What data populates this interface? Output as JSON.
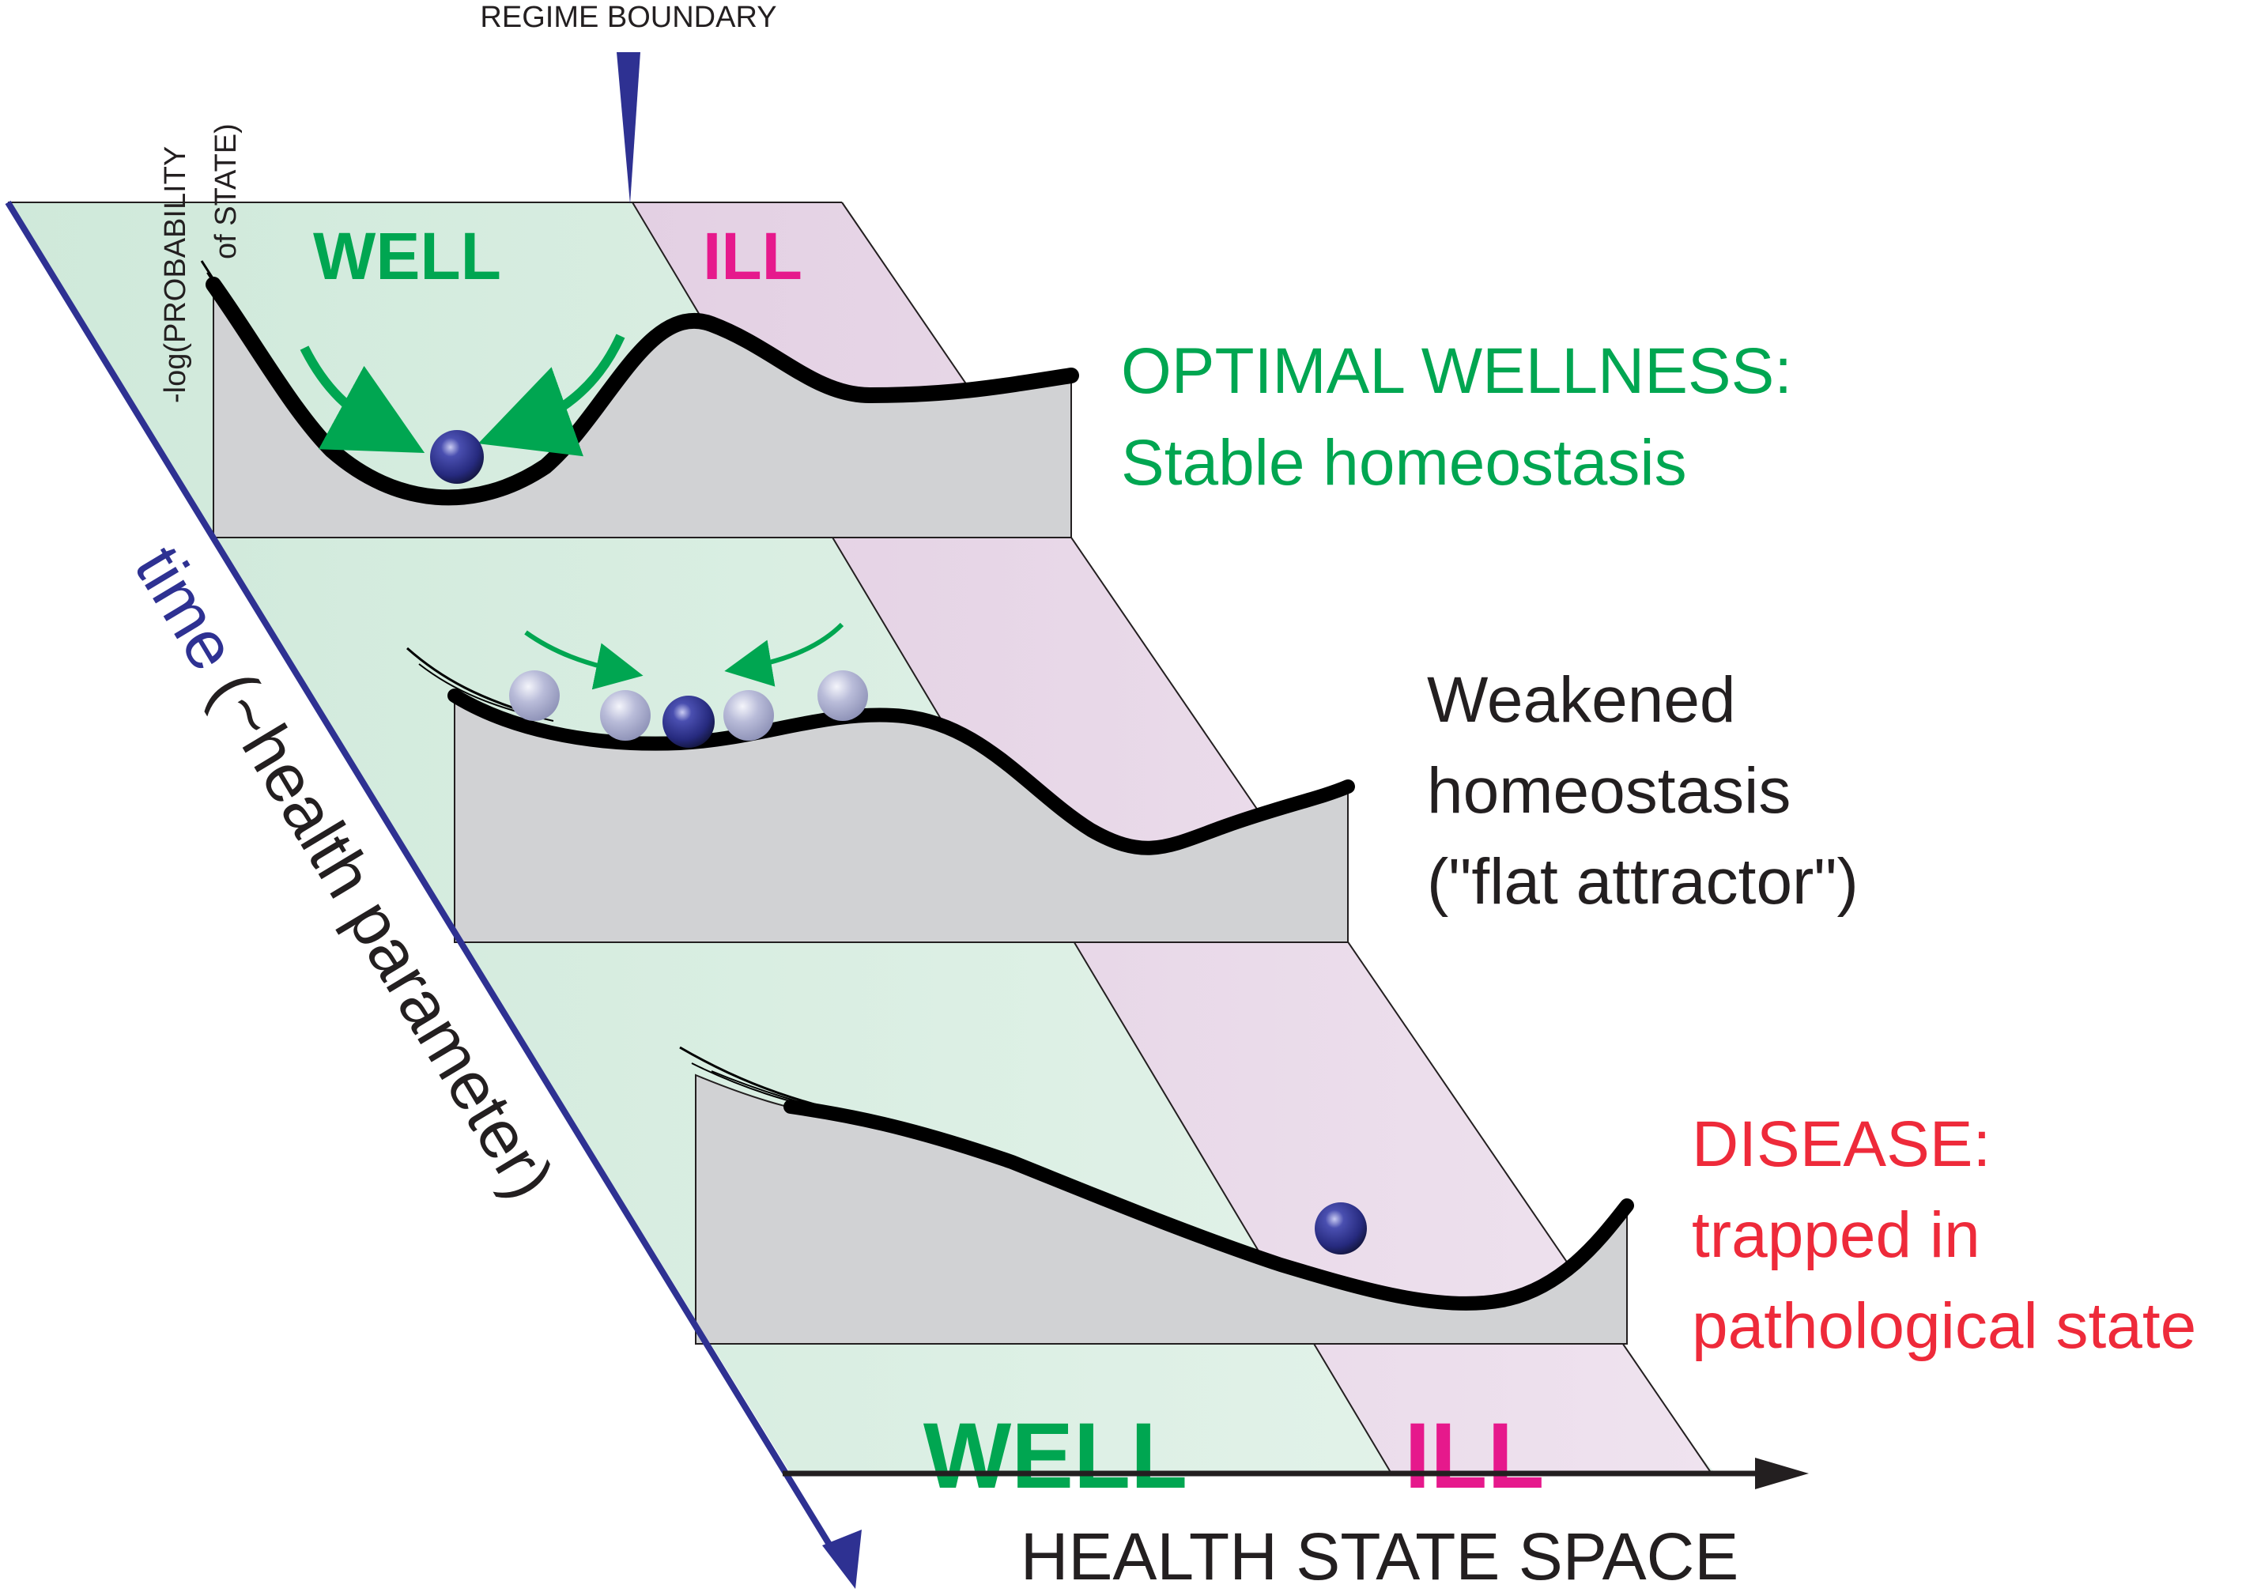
{
  "diagram": {
    "regime_boundary_label": "REGIME BOUNDARY",
    "y_axis_label_line1": "-log(PROBABILITY",
    "y_axis_label_line2": "of STATE)",
    "time_axis_label_main": "time",
    "time_axis_label_sub": "(~health parameter)",
    "x_axis_label": "HEALTH STATE SPACE",
    "top_region_well": "WELL",
    "top_region_ill": "ILL",
    "bottom_region_well": "WELL",
    "bottom_region_ill": "ILL",
    "panels": [
      {
        "title_line1": "OPTIMAL WELLNESS:",
        "title_line2": "Stable homeostasis",
        "title_line3": ""
      },
      {
        "title_line1": "Weakened",
        "title_line2": "homeostasis",
        "title_line3": "(\"flat attractor\")"
      },
      {
        "title_line1": "DISEASE:",
        "title_line2": "trapped in",
        "title_line3": "pathological state"
      }
    ]
  },
  "colors": {
    "well_green": "#00a651",
    "ill_magenta": "#e6198c",
    "disease_red": "#ee2a3a",
    "axis_navy": "#2e3192",
    "text_dark": "#231f20",
    "well_region_fill": "#d9efe3",
    "ill_region_fill": "#ead9ea",
    "panel_gray": "#d1d2d4"
  },
  "icons": [
    "down-arrow-pointer-icon",
    "right-arrow-icon",
    "down-arrow-icon",
    "ball-icon",
    "inward-arrow-icon"
  ]
}
